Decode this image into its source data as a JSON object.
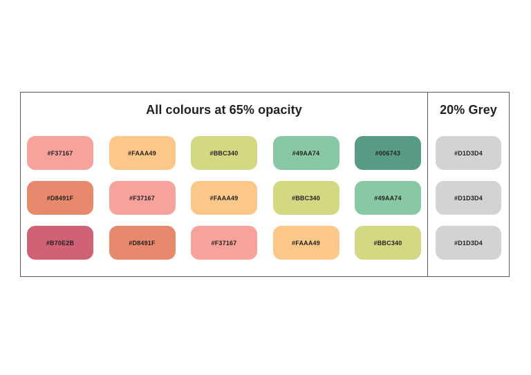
{
  "panel": {
    "sections": {
      "colours": {
        "title": "All colours at 65% opacity",
        "render_opacity": 0.65,
        "rows": [
          {
            "swatches": [
              {
                "hex": "#F37167"
              },
              {
                "hex": "#FAAA49"
              },
              {
                "hex": "#BBC340"
              },
              {
                "hex": "#49AA74"
              },
              {
                "hex": "#006743"
              }
            ]
          },
          {
            "swatches": [
              {
                "hex": "#D8491F"
              },
              {
                "hex": "#F37167"
              },
              {
                "hex": "#FAAA49"
              },
              {
                "hex": "#BBC340"
              },
              {
                "hex": "#49AA74"
              }
            ]
          },
          {
            "swatches": [
              {
                "hex": "#B70E2B"
              },
              {
                "hex": "#D8491F"
              },
              {
                "hex": "#F37167"
              },
              {
                "hex": "#FAAA49"
              },
              {
                "hex": "#BBC340"
              }
            ]
          }
        ]
      },
      "grey": {
        "title": "20% Grey",
        "render_opacity": 1,
        "swatches": [
          {
            "hex": "#D1D3D4"
          },
          {
            "hex": "#D1D3D4"
          },
          {
            "hex": "#D1D3D4"
          }
        ]
      }
    },
    "border_color": "#58595B",
    "title_color": "#231F20",
    "label_color": "#231F20"
  }
}
